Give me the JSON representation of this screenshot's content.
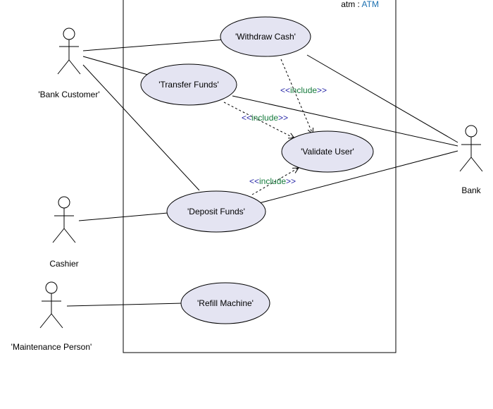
{
  "system": {
    "instance": "atm",
    "separator": " : ",
    "classifier": "ATM",
    "classifier_color": "#1a6fb0"
  },
  "actors": {
    "bank_customer": "'Bank Customer'",
    "cashier": "Cashier",
    "maintenance_person": "'Maintenance Person'",
    "bank": "Bank"
  },
  "use_cases": {
    "withdraw_cash": "'Withdraw Cash'",
    "transfer_funds": "'Transfer Funds'",
    "validate_user": "'Validate User'",
    "deposit_funds": "'Deposit Funds'",
    "refill_machine": "'Refill Machine'"
  },
  "include": {
    "open": "<<",
    "word": "include",
    "close": ">>",
    "bracket_color": "#2a2aa8",
    "word_color": "#157a3c"
  }
}
